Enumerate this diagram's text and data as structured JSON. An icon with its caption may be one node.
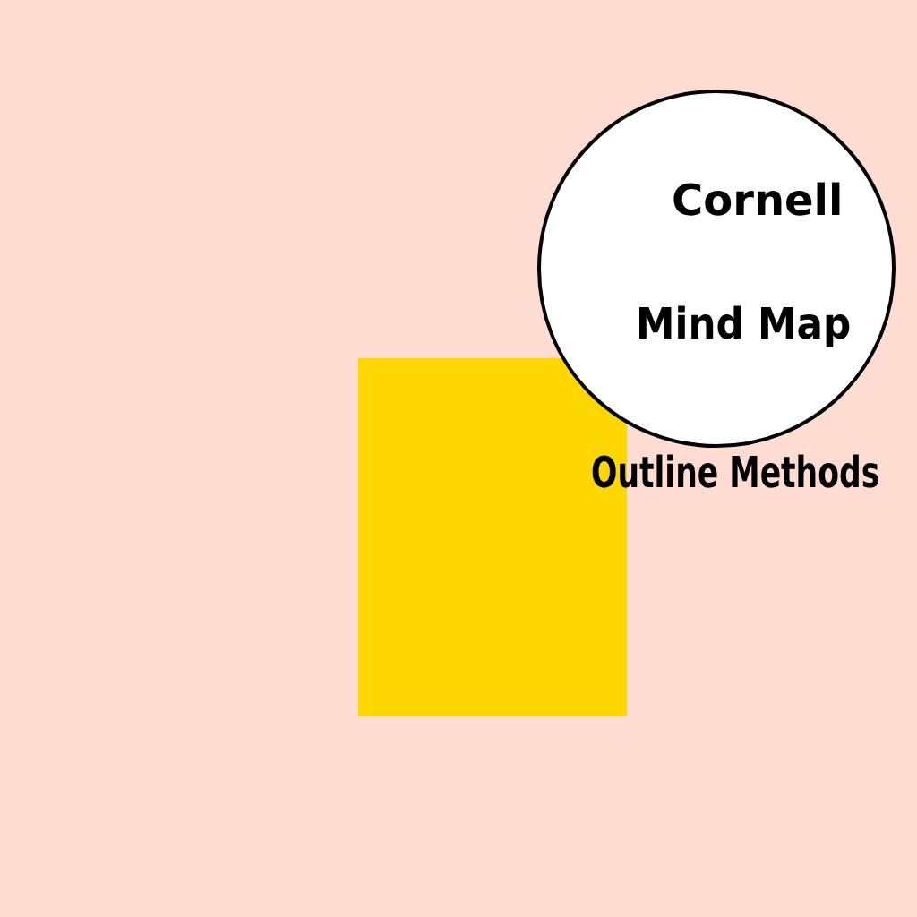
{
  "diagram": {
    "nodes": [
      {
        "text": [
          "Cornell",
          "Mind Map"
        ],
        "beside": [
          "Outline Methods"
        ]
      },
      {
        "text": [],
        "shape": "box"
      }
    ]
  }
}
